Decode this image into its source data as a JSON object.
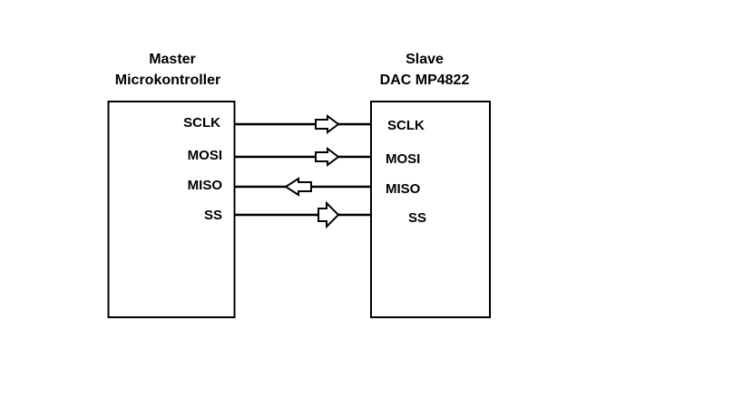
{
  "master": {
    "title_line1": "Master",
    "title_line2": "Microkontroller",
    "pins": [
      "SCLK",
      "MOSI",
      "MISO",
      "SS"
    ]
  },
  "slave": {
    "title_line1": "Slave",
    "title_line2": "DAC MP4822",
    "pins": [
      "SCLK",
      "MOSI",
      "MISO",
      "SS"
    ]
  },
  "signals": [
    {
      "name": "SCLK",
      "direction": "master-to-slave"
    },
    {
      "name": "MOSI",
      "direction": "master-to-slave"
    },
    {
      "name": "MISO",
      "direction": "slave-to-master"
    },
    {
      "name": "SS",
      "direction": "master-to-slave"
    }
  ],
  "colors": {
    "stroke": "#000000",
    "background": "#ffffff"
  }
}
